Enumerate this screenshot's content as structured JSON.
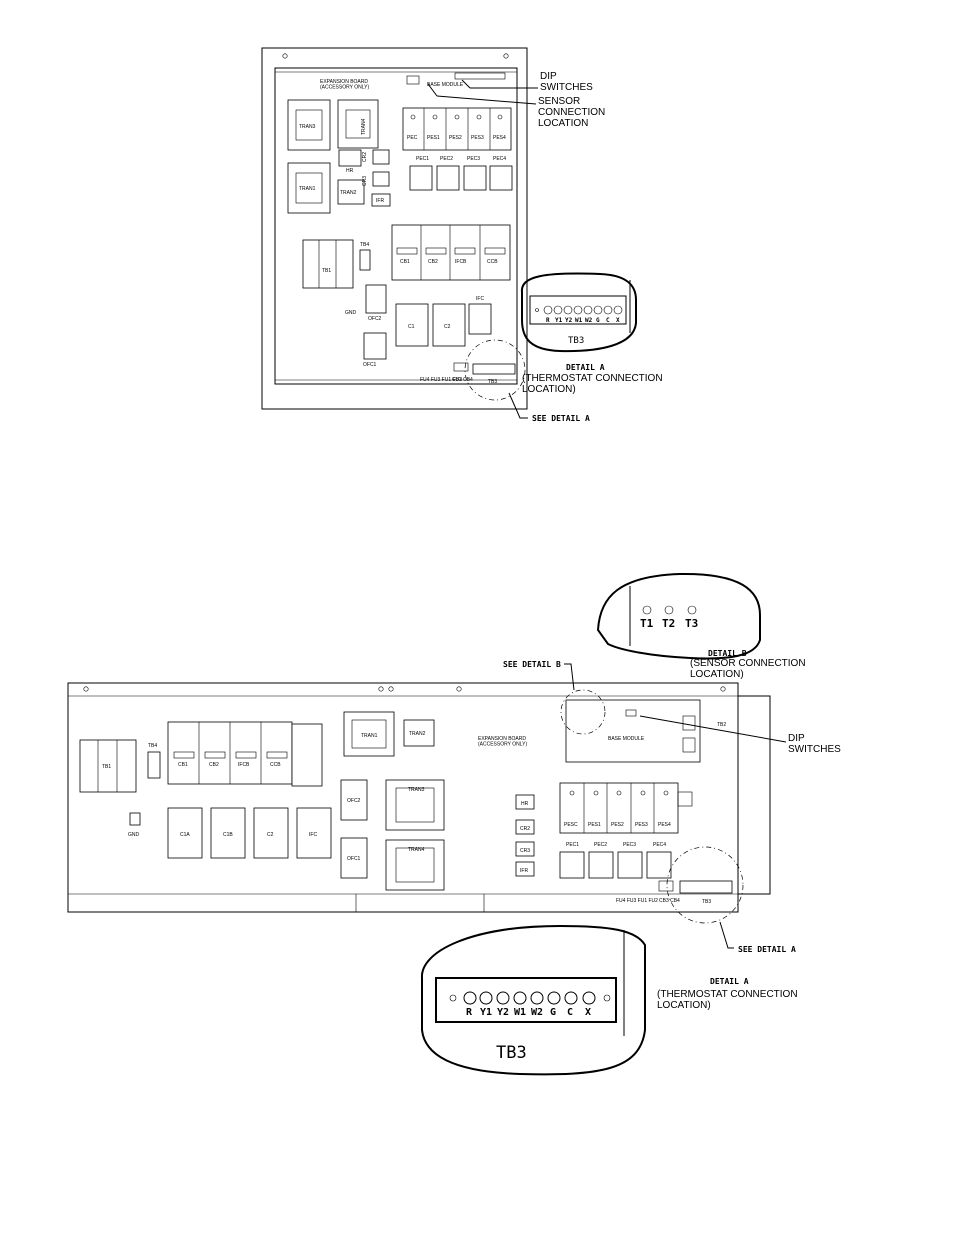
{
  "top_diagram": {
    "expansion_board": "EXPANSION BOARD\n(ACCESSORY ONLY)",
    "base_module": "BASE MODULE",
    "dip_switches": "DIP\nSWITCHES",
    "sensor_connection": "SENSOR\nCONNECTION\nLOCATION",
    "see_detail_a": "SEE DETAIL  A",
    "detail_a_title": "DETAIL  A",
    "detail_a_caption": "(THERMOSTAT CONNECTION\nLOCATION)",
    "tb3_label": "TB3",
    "terminals": [
      "R",
      "Y1",
      "Y2",
      "W1",
      "W2",
      "G",
      "C",
      "X"
    ],
    "components": {
      "tran3": "TRAN3",
      "tran4": "TRAN4",
      "tran1": "TRAN1",
      "tran2": "TRAN2",
      "hr": "HR",
      "cr2": "CR2",
      "cr3": "CR3",
      "ifr": "IFR",
      "pec": "PEC",
      "pes1": "PES1",
      "pes2": "PES2",
      "pes3": "PES3",
      "pes4": "PES4",
      "pec1": "PEC1",
      "pec2": "PEC2",
      "pec3": "PEC3",
      "pec4": "PEC4",
      "tb1": "TB1",
      "tb4": "TB4",
      "cb1": "CB1",
      "cb2": "CB2",
      "ifcb": "IFCB",
      "ccb": "CCB",
      "ofc2": "OFC2",
      "ofc1": "OFC1",
      "c1": "C1",
      "c2": "C2",
      "ifc": "IFC",
      "gnd": "GND",
      "tb3": "TB3",
      "fuses": "FU4 FU3 FU1 FU2",
      "cb3": "CB3 CB4"
    }
  },
  "bottom_diagram": {
    "see_detail_b": "SEE DETAIL  B",
    "detail_b_title": "DETAIL  B",
    "detail_b_caption": "(SENSOR CONNECTION\nLOCATION)",
    "sensor_terminals": [
      "T1",
      "T2",
      "T3"
    ],
    "dip_switches": "DIP\nSWITCHES",
    "expansion_board": "EXPANSION BOARD\n(ACCESSORY ONLY)",
    "base_module": "BASE MODULE",
    "tb2": "TB2",
    "tb3": "TB3",
    "see_detail_a": "SEE DETAIL  A",
    "detail_a_title": "DETAIL  A",
    "detail_a_caption": "(THERMOSTAT  CONNECTION\nLOCATION)",
    "terminals": [
      "R",
      "Y1",
      "Y2",
      "W1",
      "W2",
      "G",
      "C",
      "X"
    ],
    "components": {
      "tb1": "TB1",
      "tb4": "TB4",
      "cb1": "CB1",
      "cb2": "CB2",
      "ifcb": "IFCB",
      "ccb": "CCB",
      "c1a": "C1A",
      "c1b": "C1B",
      "c2": "C2",
      "ifc": "IFC",
      "gnd": "GND",
      "tran1": "TRAN1",
      "tran2": "TRAN2",
      "tran3": "TRAN3",
      "tran4": "TRAN4",
      "ofc2": "OFC2",
      "ofc1": "OFC1",
      "hr": "HR",
      "cr2": "CR2",
      "cr3": "CR3",
      "ifr": "IFR",
      "pesc": "PESC",
      "pes1": "PES1",
      "pes2": "PES2",
      "pes3": "PES3",
      "pes4": "PES4",
      "pec1": "PEC1",
      "pec2": "PEC2",
      "pec3": "PEC3",
      "pec4": "PEC4",
      "fuses": "FU4 FU3 FU1 FU2",
      "cb3": "CB3 CB4"
    }
  }
}
